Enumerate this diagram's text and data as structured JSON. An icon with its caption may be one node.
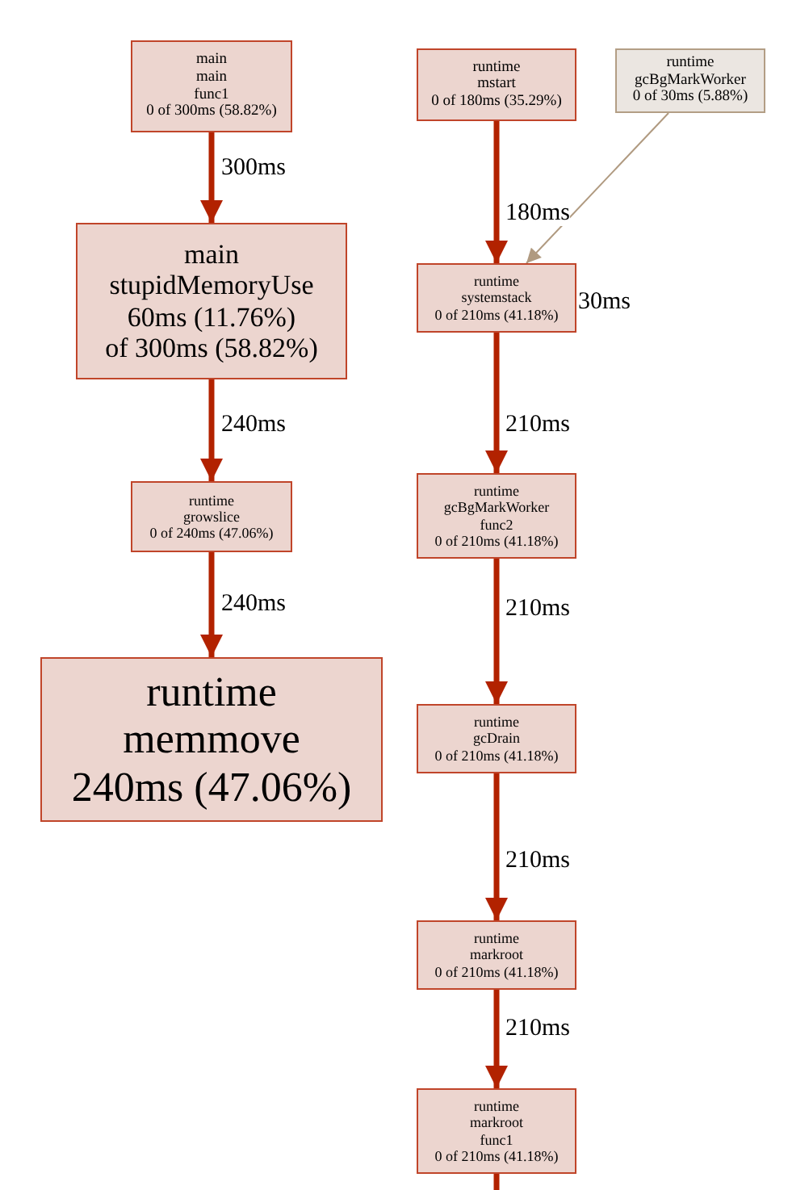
{
  "diagram": {
    "nodes": [
      {
        "text": [
          "main",
          "main",
          "func1",
          "0 of 300ms (58.82%)"
        ]
      },
      {
        "text": [
          "runtime",
          "mstart",
          "0 of 180ms (35.29%)"
        ]
      },
      {
        "text": [
          "runtime",
          "gcBgMarkWorker",
          "0 of 30ms (5.88%)"
        ]
      },
      {
        "text": [
          "main",
          "stupidMemoryUse",
          "60ms (11.76%)",
          "of 300ms (58.82%)"
        ]
      },
      {
        "text": [
          "runtime",
          "systemstack",
          "0 of 210ms (41.18%)"
        ]
      },
      {
        "text": [
          "runtime",
          "growslice",
          "0 of 240ms (47.06%)"
        ]
      },
      {
        "text": [
          "runtime",
          "gcBgMarkWorker",
          "func2",
          "0 of 210ms (41.18%)"
        ]
      },
      {
        "text": [
          "runtime",
          "memmove",
          "240ms (47.06%)"
        ]
      },
      {
        "text": [
          "runtime",
          "gcDrain",
          "0 of 210ms (41.18%)"
        ]
      },
      {
        "text": [
          "runtime",
          "markroot",
          "0 of 210ms (41.18%)"
        ]
      },
      {
        "text": [
          "runtime",
          "markroot",
          "func1",
          "0 of 210ms (41.18%)"
        ]
      }
    ],
    "edges": [
      {
        "from": 0,
        "to": 3,
        "arrow": "to",
        "label": "300ms"
      },
      {
        "from": 1,
        "to": 4,
        "arrow": "to",
        "label": "180ms"
      },
      {
        "from": 2,
        "to": 4,
        "arrow": "to",
        "label": "30ms",
        "color": "#b09a80"
      },
      {
        "from": 3,
        "to": 5,
        "arrow": "to",
        "label": "240ms"
      },
      {
        "from": 5,
        "to": 7,
        "arrow": "to",
        "label": "240ms"
      },
      {
        "from": 4,
        "to": 6,
        "arrow": "to",
        "label": "210ms"
      },
      {
        "from": 6,
        "to": 8,
        "arrow": "to",
        "label": "210ms"
      },
      {
        "from": 8,
        "to": 9,
        "arrow": "to",
        "label": "210ms"
      },
      {
        "from": 9,
        "to": 10,
        "arrow": "to",
        "label": "210ms"
      },
      {
        "from": 10,
        "to": null,
        "arrow": "none"
      }
    ]
  }
}
